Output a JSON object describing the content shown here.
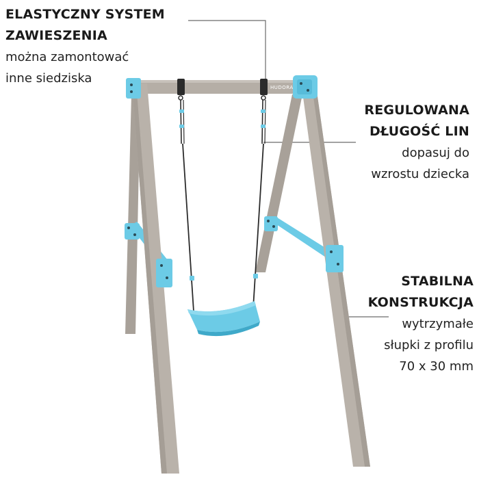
{
  "callouts": {
    "suspension": {
      "title_line1": "ELASTYCZNY SYSTEM",
      "title_line2": "ZAWIESZENIA",
      "desc_line1": "można zamontować",
      "desc_line2": "inne siedziska"
    },
    "rope": {
      "title_line1": "REGULOWANA",
      "title_line2": "DŁUGOŚĆ LIN",
      "desc_line1": "dopasuj do",
      "desc_line2": "wzrostu dziecka"
    },
    "construction": {
      "title_line1": "STABILNA",
      "title_line2": "KONSTRUKCJA",
      "desc_line1": "wytrzymałe",
      "desc_line2": "słupki z profilu",
      "desc_line3": "70 x 30 mm"
    }
  },
  "product": {
    "brand_label": "HUDORA"
  },
  "colors": {
    "post": "#b5aea6",
    "post_shade": "#9c958d",
    "accent_blue": "#6ccbe6",
    "accent_blue_dark": "#3fa9c9",
    "rope": "#2b2b2b",
    "leader_line": "#6a6a6a"
  }
}
